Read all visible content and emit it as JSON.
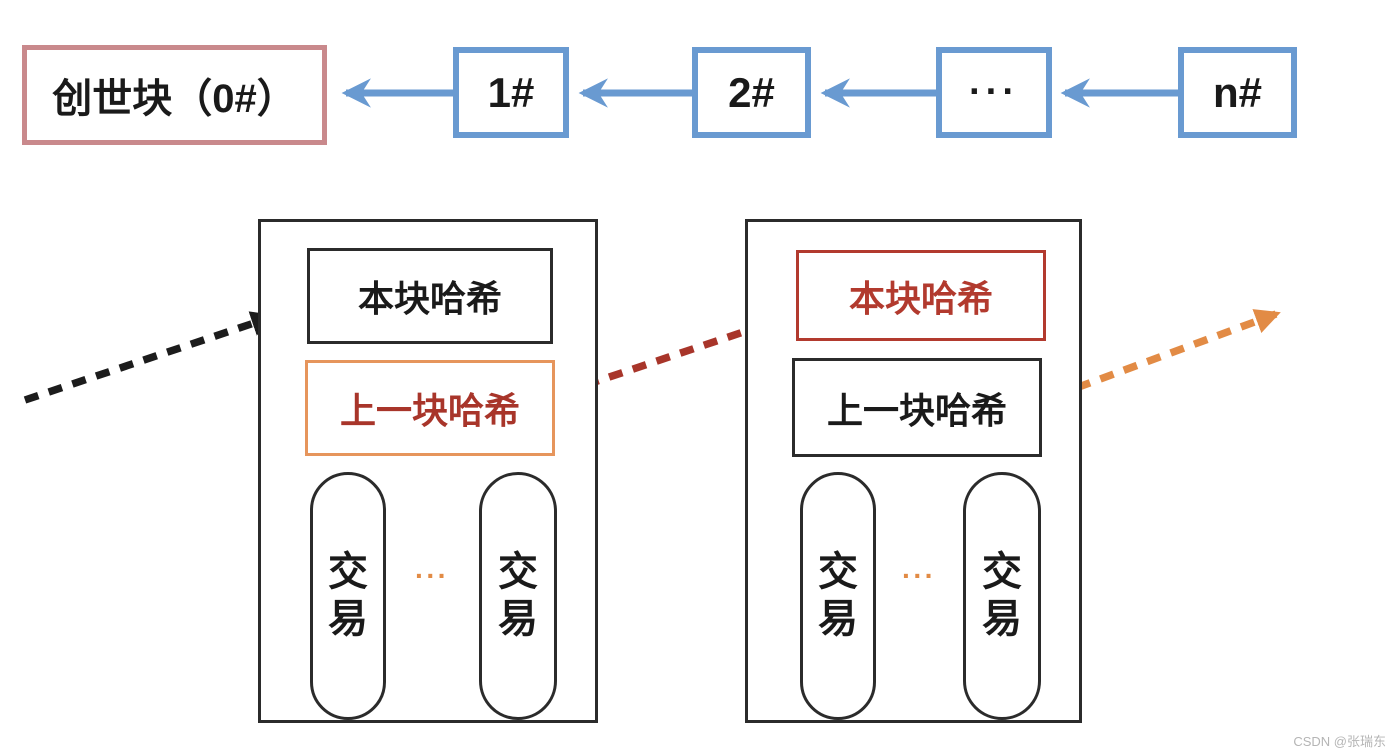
{
  "chain_row": {
    "genesis_label": "创世块（0#）",
    "block_labels": [
      "1#",
      "2#",
      "···",
      "n#"
    ]
  },
  "detail_blocks": {
    "left": {
      "own_hash_label": "本块哈希",
      "prev_hash_label": "上一块哈希",
      "transaction_label_a": "交易",
      "transaction_label_b": "交易",
      "ellipsis": "···"
    },
    "right": {
      "own_hash_label": "本块哈希",
      "prev_hash_label": "上一块哈希",
      "transaction_label_a": "交易",
      "transaction_label_b": "交易",
      "ellipsis": "···"
    }
  },
  "colors": {
    "chain_block_blue": "#699ad1",
    "genesis_border_rose": "#c9898c",
    "outline_black": "#2b2b2b",
    "hash_red": "#a8352a",
    "red_box_border": "#b23a2e",
    "accent_orange_border": "#e6955c",
    "orange_arrow": "#e28b45",
    "watermark_gray": "#b5b5b5"
  },
  "watermark": "CSDN @张瑞东"
}
